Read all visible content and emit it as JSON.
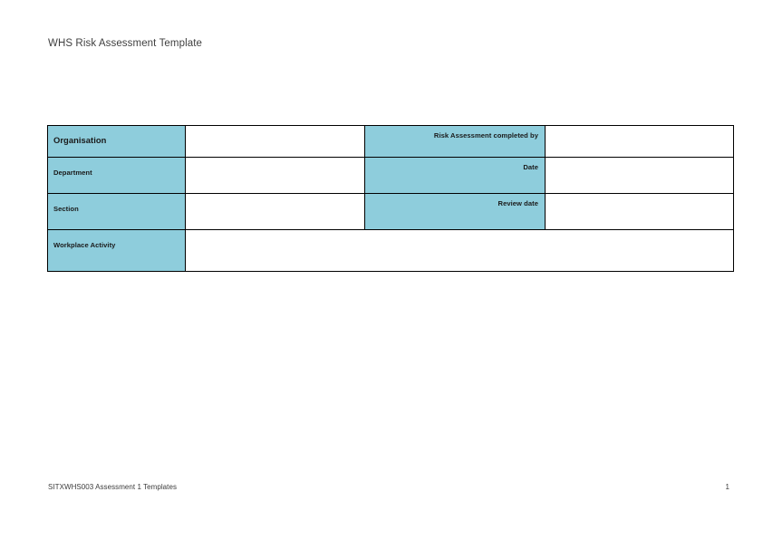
{
  "document": {
    "title": "WHS Risk Assessment Template",
    "accent_color": "#8ecddc",
    "border_color": "#000000",
    "text_color": "#231f20"
  },
  "table": {
    "rows": [
      {
        "label": "Organisation",
        "value": "",
        "secondary_label": "Risk Assessment completed by",
        "secondary_value": ""
      },
      {
        "label": "Department",
        "value": "",
        "secondary_label": "Date",
        "secondary_value": ""
      },
      {
        "label": "Section",
        "value": "",
        "secondary_label": "Review date",
        "secondary_value": ""
      },
      {
        "label": "Workplace Activity",
        "value": ""
      }
    ]
  },
  "footer": {
    "text": "SITXWHS003 Assessment 1 Templates",
    "page_number": "1"
  }
}
